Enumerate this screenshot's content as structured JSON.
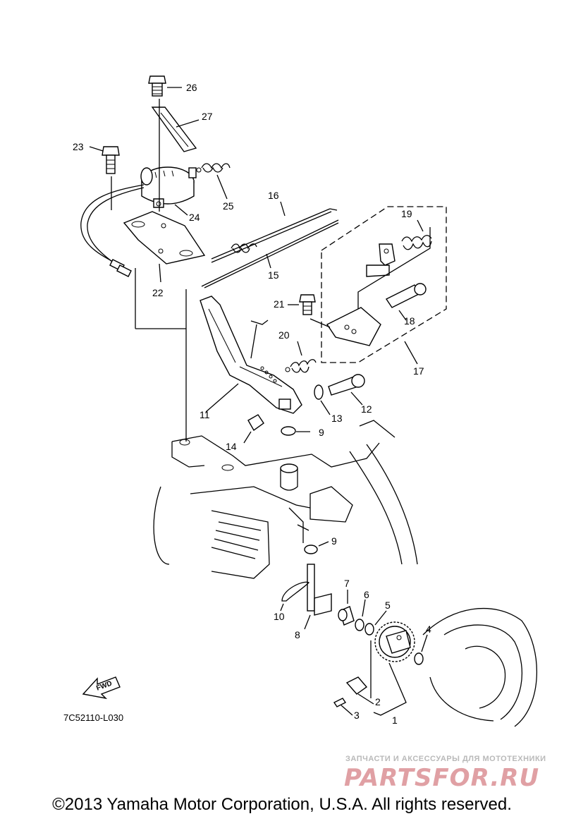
{
  "diagram": {
    "code": "7C52110-L030",
    "fwd_label": "FWD",
    "watermark_tagline": "ЗАПЧАСТИ И АКСЕССУАРЫ ДЛЯ МОТОТЕХНИКИ",
    "watermark_logo": "PARTSFOR.RU",
    "copyright": "©2013 Yamaha Motor Corporation, U.S.A. All rights reserved.",
    "callouts": [
      "1",
      "2",
      "3",
      "4",
      "5",
      "6",
      "7",
      "8",
      "9",
      "9",
      "10",
      "11",
      "12",
      "13",
      "14",
      "15",
      "16",
      "17",
      "18",
      "19",
      "20",
      "21",
      "22",
      "23",
      "24",
      "25",
      "26",
      "27"
    ]
  }
}
